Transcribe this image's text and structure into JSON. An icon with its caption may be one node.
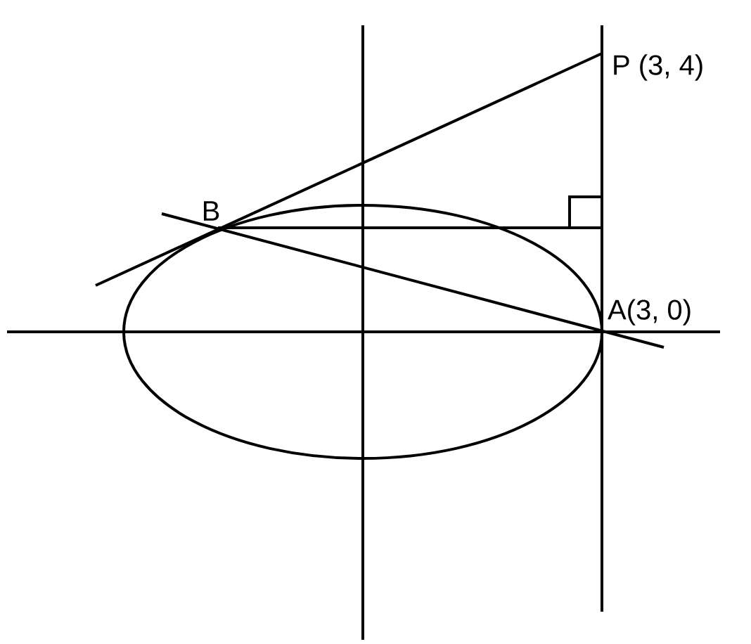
{
  "diagram": {
    "labels": [
      "P (3, 4)",
      "B",
      "A(3, 0)"
    ]
  }
}
